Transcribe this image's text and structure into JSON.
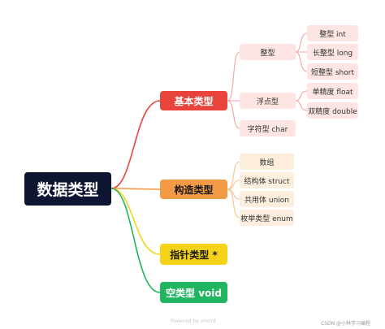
{
  "root": {
    "label": "数据类型"
  },
  "branches": {
    "basic": {
      "label": "基本类型",
      "color": "#e8443c",
      "integer": {
        "label": "整型",
        "children": [
          "整型 int",
          "长整型 long",
          "短整型 short"
        ]
      },
      "float": {
        "label": "浮点型",
        "children": [
          "单精度 float",
          "双精度 double"
        ]
      },
      "char": {
        "label": "字符型 char"
      }
    },
    "constructed": {
      "label": "构造类型",
      "color": "#f39a47",
      "children": [
        "数组",
        "结构体 struct",
        "共用体  union",
        "枚举类型 enum"
      ]
    },
    "pointer": {
      "label": "指针类型 *",
      "color": "#f5d31a"
    },
    "void": {
      "label": "空类型 void",
      "color": "#22b561"
    }
  },
  "footer": {
    "text": "Powered by xmind"
  },
  "watermark": {
    "text": "CSDN @小林学习编程"
  }
}
